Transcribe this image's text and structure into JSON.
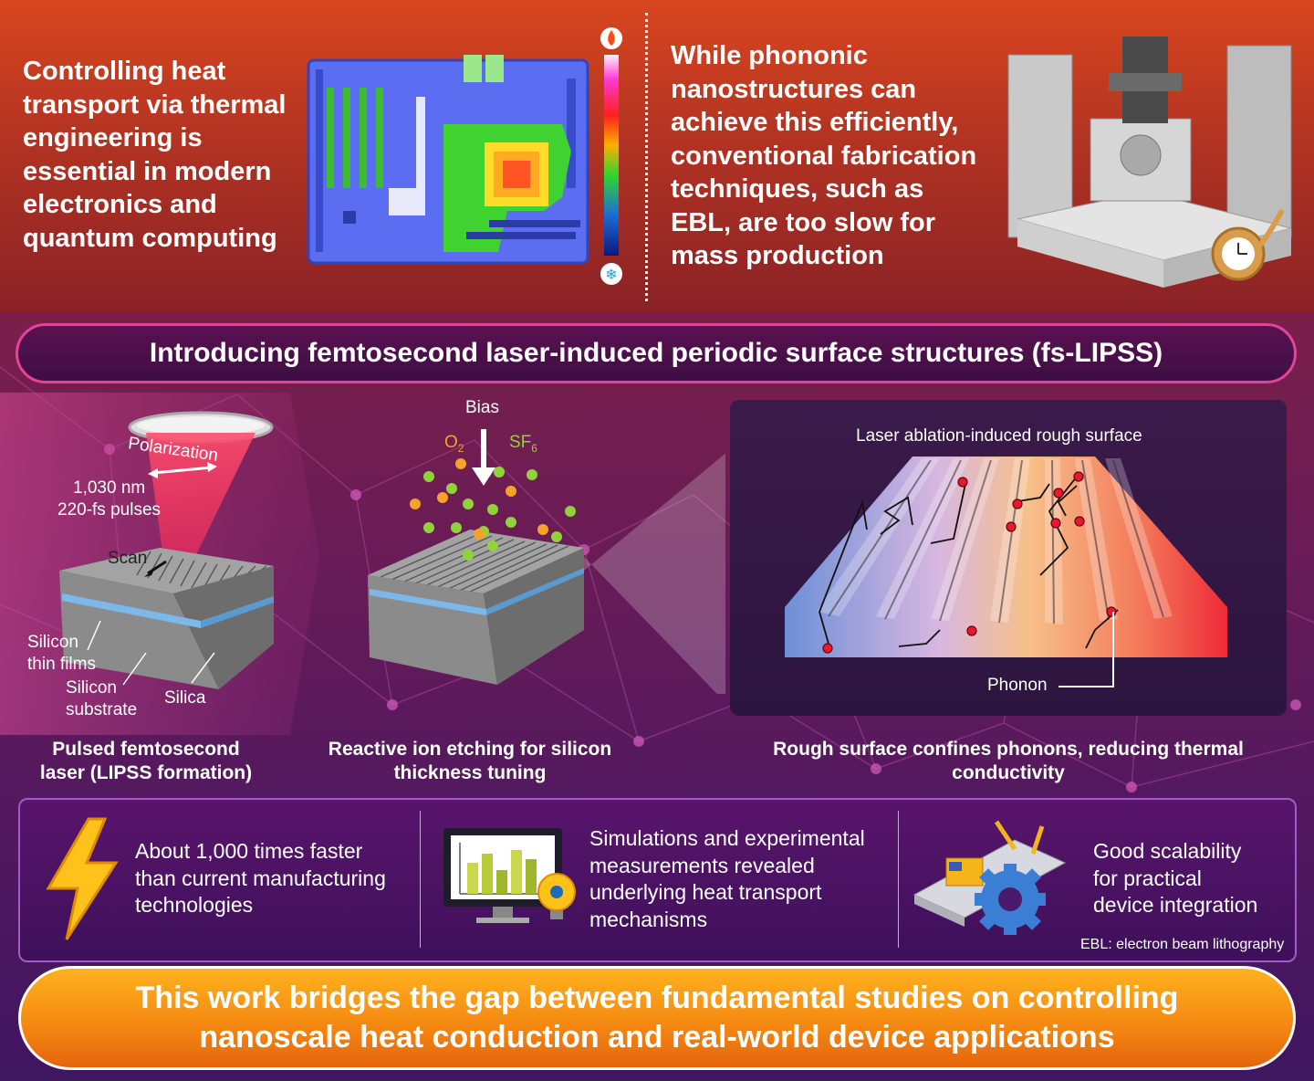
{
  "top": {
    "left_text": "Controlling heat transport via thermal engineering is essential in modern electronics and quantum computing",
    "right_text": "While phononic nanostructures can achieve this efficiently, conventional fabrication techniques, such as EBL, are too slow for mass production"
  },
  "banner": {
    "title": "Introducing femtosecond laser-induced periodic surface structures (fs-LIPSS)"
  },
  "panel1": {
    "polarization": "Polarization",
    "wavelength": "1,030 nm",
    "pulses": "220-fs pulses",
    "scan": "Scan",
    "silicon_thin": "Silicon",
    "thin_films": "thin films",
    "silicon_sub": "Silicon",
    "substrate": "substrate",
    "silica": "Silica",
    "caption_1": "Pulsed femtosecond",
    "caption_2": "laser (LIPSS formation)"
  },
  "panel2": {
    "bias": "Bias",
    "o2": "O",
    "o2_sub": "2",
    "sf6": "SF",
    "sf6_sub": "6",
    "caption_1": "Reactive ion etching for silicon",
    "caption_2": "thickness tuning"
  },
  "panel3": {
    "rough_label": "Laser ablation-induced rough surface",
    "phonon_label": "Phonon",
    "caption_1": "Rough surface confines phonons, reducing thermal",
    "caption_2": "conductivity"
  },
  "features": {
    "f1": [
      "About 1,000 times faster",
      "than current manufacturing",
      "technologies"
    ],
    "f2": [
      "Simulations and experimental",
      "measurements revealed",
      "underlying heat transport",
      "mechanisms"
    ],
    "f3": [
      "Good scalability",
      "for practical",
      "device integration"
    ],
    "footnote": "EBL: electron beam lithography"
  },
  "conclusion": {
    "line1": "This work bridges the gap between fundamental studies on controlling",
    "line2": "nanoscale heat conduction and real-world device applications"
  },
  "colors": {
    "banner_border": "#e2449a",
    "conclusion": "#f58a12",
    "accent_pink": "#ff3c78"
  }
}
